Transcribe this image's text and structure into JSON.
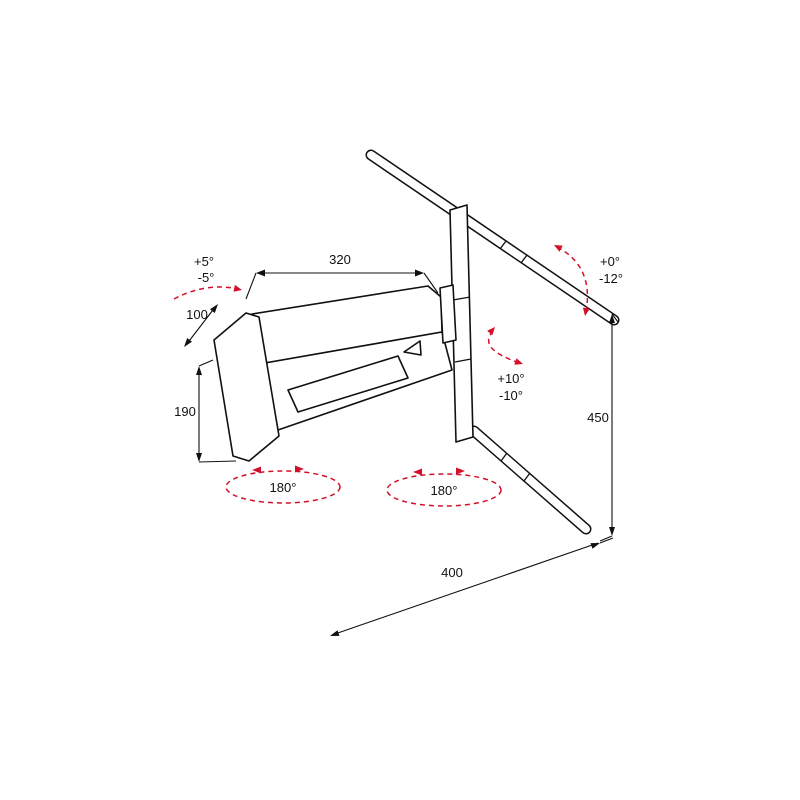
{
  "colors": {
    "ink": "#111111",
    "accent_red": "#d2102a",
    "background": "#ffffff"
  },
  "dimensions": {
    "arm_length": "320",
    "plate_width": "100",
    "plate_height": "190",
    "bracket_height": "450",
    "bracket_width": "400"
  },
  "angles": {
    "tilt_plus": "+5°",
    "tilt_minus": "-5°",
    "wall_tilt_plus": "+0°",
    "wall_tilt_minus": "-12°",
    "pivot_plus": "+10°",
    "pivot_minus": "-10°",
    "swivel_left": "180°",
    "swivel_center": "180°"
  }
}
